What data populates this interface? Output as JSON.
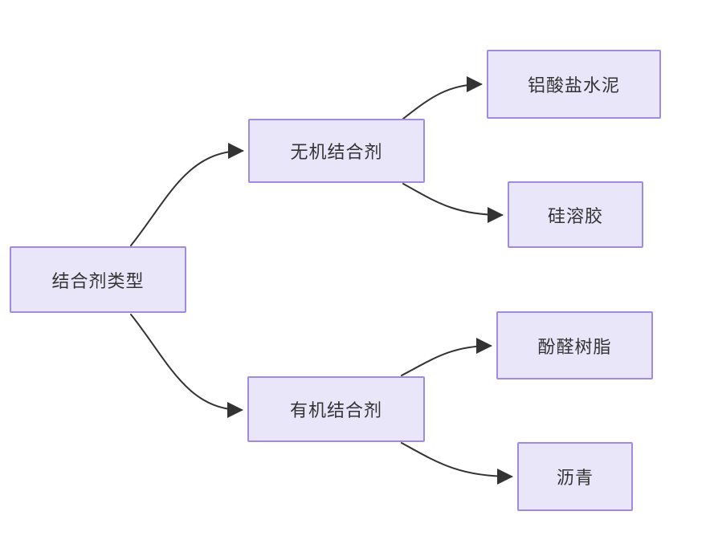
{
  "diagram": {
    "title": "binder-type-flowchart",
    "root": {
      "label": "结合剂类型"
    },
    "branches": [
      {
        "label": "无机结合剂",
        "children": [
          {
            "label": "铝酸盐水泥"
          },
          {
            "label": "硅溶胶"
          }
        ]
      },
      {
        "label": "有机结合剂",
        "children": [
          {
            "label": "酚醛树脂"
          },
          {
            "label": "沥青"
          }
        ]
      }
    ],
    "edges": [
      {
        "from": "结合剂类型",
        "to": "无机结合剂"
      },
      {
        "from": "结合剂类型",
        "to": "有机结合剂"
      },
      {
        "from": "无机结合剂",
        "to": "铝酸盐水泥"
      },
      {
        "from": "无机结合剂",
        "to": "硅溶胶"
      },
      {
        "from": "有机结合剂",
        "to": "酚醛树脂"
      },
      {
        "from": "有机结合剂",
        "to": "沥青"
      }
    ],
    "colors": {
      "node_border": "#a18ae2",
      "node_fill": "#e9e6fa",
      "edge": "#333333",
      "text": "#333333",
      "background": "#ffffff"
    }
  }
}
